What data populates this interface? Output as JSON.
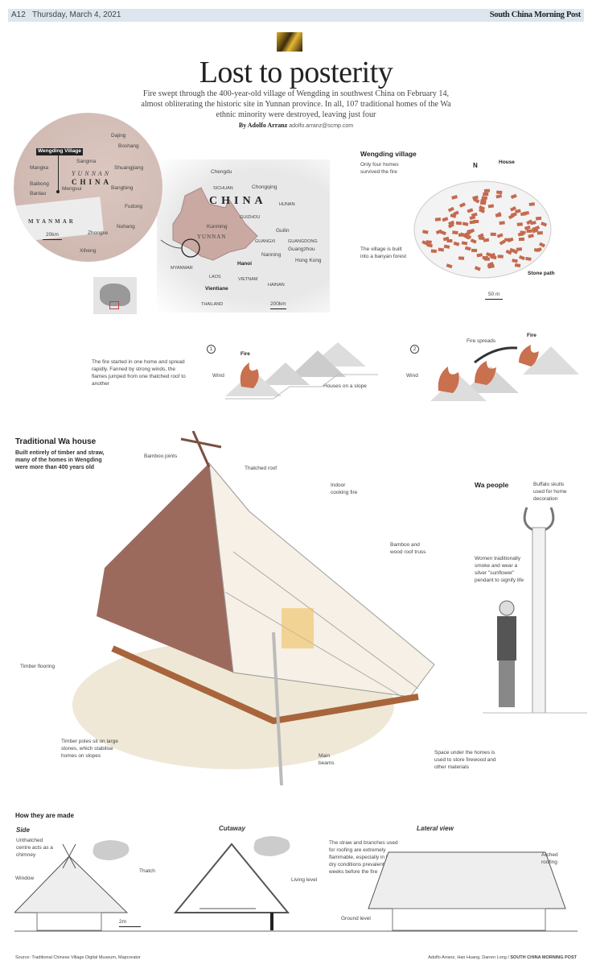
{
  "header": {
    "page": "A12",
    "date": "Thursday, March 4, 2021",
    "publication": "South China Morning Post"
  },
  "article": {
    "title": "Lost to posterity",
    "deck": "Fire swept through the 400-year-old village of Wengding in southwest China on February 14, almost obliterating the historic site in Yunnan province. In all, 107 traditional homes of the Wa ethnic minority were destroyed, leaving just four",
    "byline_name": "By Adolfo Arranz",
    "byline_email": "adolfo.arranz@scmp.com"
  },
  "locator_map": {
    "callout": "Wengding Village",
    "region_labels": [
      "YUNNAN",
      "CHINA",
      "MYANMAR"
    ],
    "towns": [
      "Dajing",
      "Boshang",
      "Sangma",
      "Mangka",
      "Shuangjiang",
      "Baibong",
      "Mengsui",
      "Banlao",
      "Bangbing",
      "Fudong",
      "Nuhang",
      "Zhongke",
      "Xiheng"
    ],
    "scale": "20km"
  },
  "region_map": {
    "country": "CHINA",
    "province": "YUNNAN",
    "provinces": [
      "SICHUAN",
      "GUIZHOU",
      "HUNAN",
      "GUANGXI",
      "GUANGDONG",
      "HAINAN"
    ],
    "cities": [
      "Chengdu",
      "Chongqing",
      "Kunming",
      "Guilin",
      "Nanning",
      "Guangzhou",
      "Hong Kong",
      "Hanoi",
      "Vientiane"
    ],
    "countries": [
      "MYANMAR",
      "LAOS",
      "VIETNAM",
      "THAILAND"
    ],
    "scale": "200km"
  },
  "village_plan": {
    "title": "Wengding village",
    "subtitle": "Only four homes survived the fire",
    "north": "N",
    "house_label": "House",
    "forest_label": "The village is built into a banyan forest",
    "path_label": "Stone path",
    "scale": "50 m"
  },
  "fire_sequence": {
    "description": "The fire started in one home and spread rapidly. Fanned by strong winds, the flames jumped from one thatched roof to another",
    "step1": {
      "number": "1",
      "fire": "Fire",
      "wind": "Wind",
      "slope": "Houses on a slope"
    },
    "step2": {
      "number": "2",
      "fire": "Fire",
      "wind": "Wind",
      "spreads": "Fire spreads"
    }
  },
  "wa_house": {
    "title": "Traditional Wa house",
    "intro": "Built entirely of timber and straw, many of the homes in Wengding were more than 400 years old",
    "labels": {
      "bamboo_joints": "Bamboo joints",
      "thatched_roof": "Thatched roof",
      "cooking_fire": "Indoor cooking fire",
      "truss": "Bamboo and wood roof truss",
      "flooring": "Timber flooring",
      "poles": "Timber poles sit on large stones, which stabilise homes on slopes",
      "beams": "Main beams",
      "storage": "Space under the homes is used to store firewood and other materials"
    }
  },
  "wa_people": {
    "title": "Wa people",
    "skulls": "Buffalo skulls used for home decoration",
    "women": "Women traditionally smoke and wear a silver \"sunflower\" pendant to signify life"
  },
  "how_made": {
    "title": "How they are made",
    "side": {
      "title": "Side",
      "chimney": "Unthatched centre acts as a chimney",
      "window": "Window",
      "thatch": "Thatch",
      "scale": "2m"
    },
    "cutaway": {
      "title": "Cutaway",
      "living": "Living level"
    },
    "lateral": {
      "title": "Lateral view",
      "note": "The straw and branches used for roofing are extremely flammable, especially in the dry conditions prevalent in the weeks before the fire",
      "arched": "Arched roofing",
      "ground": "Ground level"
    }
  },
  "footer": {
    "source": "Source: Traditional Chinese Village Digital Museum, Mapcreator",
    "credits": "Adolfo Arranz, Han Huang, Darren Long /",
    "credits_brand": "SOUTH CHINA MORNING POST"
  },
  "colors": {
    "accent": "#c46a4f",
    "topbar": "#dde6ee",
    "yunnan": "#c9a9a2"
  }
}
